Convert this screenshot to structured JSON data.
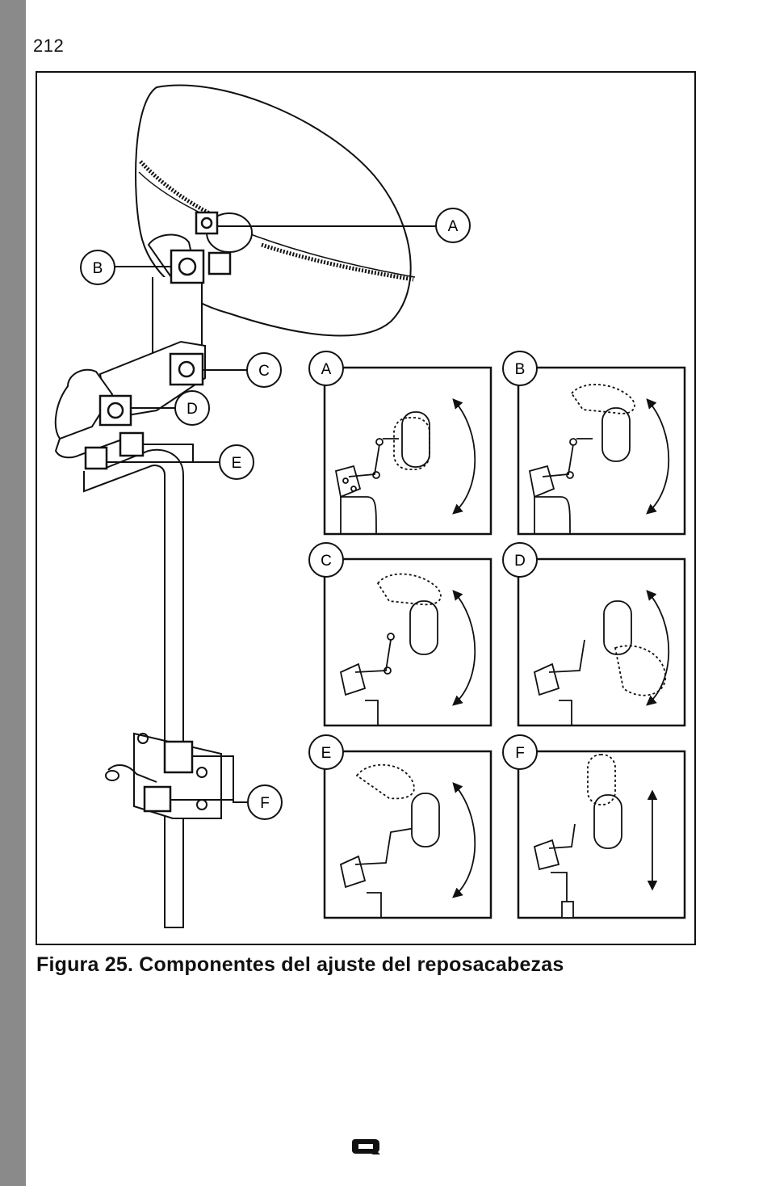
{
  "page": {
    "number": "212"
  },
  "figure": {
    "caption": "Figura 25. Componentes del ajuste del reposacabezas",
    "main_callouts": [
      "A",
      "B",
      "C",
      "D",
      "E",
      "F"
    ],
    "panels": [
      {
        "label": "A",
        "motion": "tilt-and-rotate"
      },
      {
        "label": "B",
        "motion": "tilt"
      },
      {
        "label": "C",
        "motion": "tilt"
      },
      {
        "label": "D",
        "motion": "tilt"
      },
      {
        "label": "E",
        "motion": "tilt"
      },
      {
        "label": "F",
        "motion": "height"
      }
    ]
  },
  "footer": {
    "logo": "q-logo-icon"
  }
}
